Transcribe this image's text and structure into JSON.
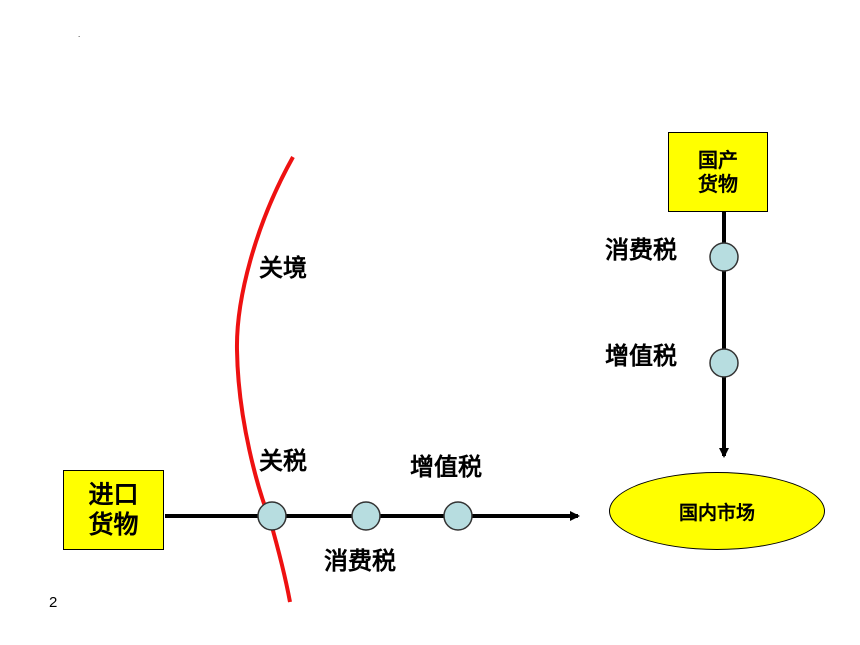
{
  "corner_mark": ".",
  "page_number": "2",
  "import_goods": {
    "line1": "进口",
    "line2": "货物"
  },
  "domestic_goods": {
    "line1": "国产",
    "line2": "货物"
  },
  "domestic_market": "国内市场",
  "labels": {
    "border": "关境",
    "tariff": "关税",
    "import_vat": "增值税",
    "import_consumption_tax": "消费税",
    "domestic_consumption_tax": "消费税",
    "domestic_vat": "增值税"
  },
  "colors": {
    "box_fill": "#ffff00",
    "node_fill": "#b7dde0",
    "border_line": "#ee1111",
    "arrow": "#000000"
  }
}
